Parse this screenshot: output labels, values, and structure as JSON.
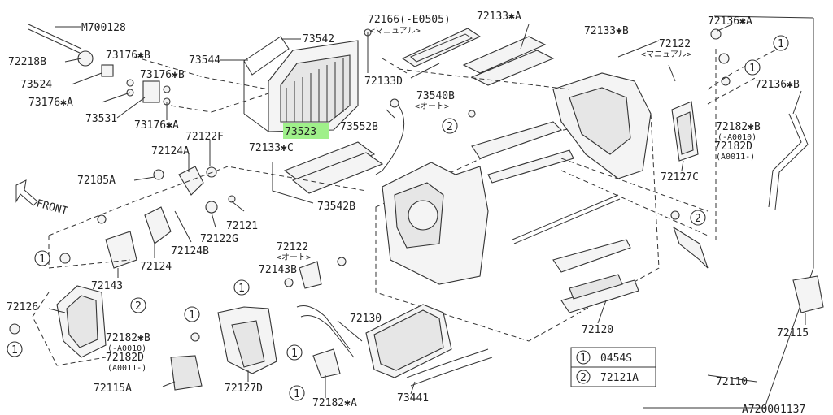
{
  "labels": {
    "m700128": "M700128",
    "p72218b": "72218B",
    "p73176b_1": "73176✱B",
    "p73176b_2": "73176✱B",
    "p73524": "73524",
    "p73176a_1": "73176✱A",
    "p73176a_2": "73176✱A",
    "p73531": "73531",
    "p73544": "73544",
    "p73542": "73542",
    "p73523": "73523",
    "p72166": "72166(-E0505)",
    "p72166_sub": "<マニュアル>",
    "p72133a": "72133✱A",
    "p72133d": "72133D",
    "p72133b": "72133✱B",
    "p72122_top": "72122",
    "p72122_top_sub": "<マニュアル>",
    "p72136a": "72136✱A",
    "p72136b": "72136✱B",
    "p73540b": "73540B",
    "p73540b_sub": "<オート>",
    "p73552b": "73552B",
    "p72122f": "72122F",
    "p72124a": "72124A",
    "p72133c": "72133✱C",
    "p72185a": "72185A",
    "p73542b": "73542B",
    "front": "FRONT",
    "p72121": "72121",
    "p72122g": "72122G",
    "p72124b": "72124B",
    "p72124": "72124",
    "p72143": "72143",
    "p72122_mid": "72122",
    "p72122_mid_sub": "<オート>",
    "p72143b": "72143B",
    "p72182b_r": "72182✱B",
    "p72182b_r_sub": "(-A0010)",
    "p72182d_r": "72182D",
    "p72182d_r_sub": "(A0011-)",
    "p72127c": "72127C",
    "p72126": "72126",
    "p72182b_l": "72182✱B",
    "p72182b_l_sub": "(-A0010)",
    "p72182d_l": "72182D",
    "p72182d_l_sub": "(A0011-)",
    "p72115a": "72115A",
    "p72127d": "72127D",
    "p72130": "72130",
    "p73441": "73441",
    "p72182a": "72182✱A",
    "p72120": "72120",
    "p72115": "72115",
    "p72110": "72110",
    "diagram_id": "A720001137"
  },
  "callouts": {
    "one": "1",
    "two": "2"
  },
  "legend": {
    "rows": [
      {
        "key": "1",
        "part": "0454S"
      },
      {
        "key": "2",
        "part": "72121A"
      }
    ]
  },
  "highlight_color": "#9ff08a"
}
